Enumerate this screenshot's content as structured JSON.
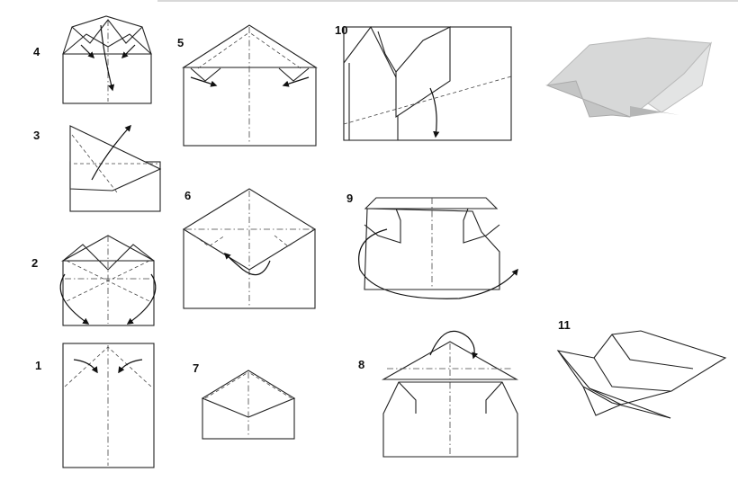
{
  "steps": {
    "s1": "1",
    "s2": "2",
    "s3": "3",
    "s4": "4",
    "s5": "5",
    "s6": "6",
    "s7": "7",
    "s8": "8",
    "s9": "9",
    "s10": "10",
    "s11": "11"
  }
}
